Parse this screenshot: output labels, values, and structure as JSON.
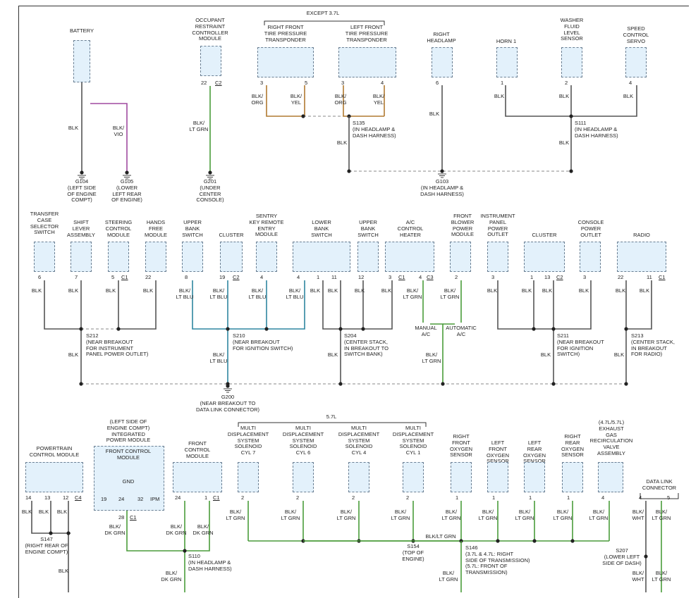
{
  "wire_colors": {
    "black": "#555555",
    "violet": "#a04aa0",
    "green": "#4a9c3a",
    "blue": "#2f86a0",
    "orange": "#b07a30"
  },
  "sections": {
    "top": {
      "except_label": "EXCEPT 3.7L",
      "components": {
        "battery": "BATTERY",
        "orc": "OCCUPANT\nRESTRAINT\nCONTROLLER\nMODULE",
        "rf_tpt": "RIGHT FRONT\nTIRE PRESSURE\nTRANSPONDER",
        "lf_tpt": "LEFT FRONT\nTIRE PRESSURE\nTRANSPONDER",
        "right_headlamp": "RIGHT\nHEADLAMP",
        "horn": "HORN 1",
        "washer": "WASHER\nFLUID\nLEVEL\nSENSOR",
        "speed": "SPEED\nCONTROL\nSERVO"
      },
      "pins": {
        "orc_pin": "22",
        "orc_conn": "C2",
        "rf_a": "3",
        "rf_b": "5",
        "lf_a": "3",
        "lf_b": "4",
        "hl": "6",
        "horn": "1",
        "washer": "2",
        "speed": "4"
      },
      "wires": {
        "blk": "BLK",
        "blk_vio": "BLK/\nVIO",
        "blk_ltgrn": "BLK/\nLT GRN",
        "blk_org": "BLK/\nORG",
        "blk_yel": "BLK/\nYEL"
      },
      "splices": {
        "s135": "S135\n(IN HEADLAMP &\nDASH HARNESS)",
        "s111": "S111\n(IN HEADLAMP &\nDASH HARNESS)"
      },
      "grounds": {
        "g104": "G104\n(LEFT SIDE\nOF ENGINE\nCOMPT)",
        "g105": "G105\n(LOWER\nLEFT REAR\nOF ENGINE)",
        "g201": "G201\n(UNDER\nCENTER\nCONSOLE)",
        "g103": "G103\n(IN HEADLAMP &\nDASH HARNESS)"
      }
    },
    "middle": {
      "components": {
        "transfer": "TRANSFER\nCASE\nSELECTOR\nSWITCH",
        "shift": "SHIFT\nLEVER\nASSEMBLY",
        "steering": "STEERING\nCONTROL\nMODULE",
        "hands": "HANDS\nFREE\nMODULE",
        "upper_bank1": "UPPER\nBANK\nSWITCH",
        "cluster1": "CLUSTER",
        "sentry": "SENTRY\nKEY REMOTE\nENTRY\nMODULE",
        "lower_bank": "LOWER\nBANK\nSWITCH",
        "upper_bank2": "UPPER\nBANK\nSWITCH",
        "ac": "A/C\nCONTROL\nHEATER",
        "blower": "FRONT\nBLOWER\nPOWER\nMODULE",
        "ip_outlet": "INSTRUMENT\nPANEL\nPOWER\nOUTLET",
        "cluster2": "CLUSTER",
        "console": "CONSOLE\nPOWER\nOUTLET",
        "radio": "RADIO"
      },
      "pins": {
        "transfer": "6",
        "shift": "7",
        "steering": "5",
        "steering_conn": "C1",
        "hands": "22",
        "ub1": "8",
        "cl1": "19",
        "cl1_conn": "C2",
        "sentry": "4",
        "lb_a": "4",
        "lb_b": "1",
        "lb_c": "11",
        "ub2": "12",
        "ac_a": "3",
        "ac_a_conn": "C1",
        "ac_b": "4",
        "ac_b_conn": "C3",
        "blower": "2",
        "ipo": "3",
        "cl2_a": "1",
        "cl2_b": "13",
        "cl2_conn": "C2",
        "console": "3",
        "radio_a": "22",
        "radio_b": "11",
        "radio_conn": "C1"
      },
      "wires": {
        "blk": "BLK",
        "blk_ltblu": "BLK/\nLT BLU",
        "blk_ltgrn": "BLK/\nLT GRN"
      },
      "modes": {
        "manual": "MANUAL\nA/C",
        "automatic": "AUTOMATIC\nA/C"
      },
      "splices": {
        "s212": "S212\n(NEAR BREAKOUT\nFOR INSTRUMENT\nPANEL POWER OUTLET)",
        "s210": "S210\n(NEAR BREAKOUT\nFOR IGNITION SWITCH)",
        "s204": "S204\n(CENTER STACK,\nIN BREAKOUT TO\nSWITCH BANK)",
        "s211": "S211\n(NEAR BREAKOUT\nFOR IGNITION\nSWITCH)",
        "s213": "S213\n(CENTER STACK,\nIN BREAKOUT\nFOR RADIO)"
      },
      "grounds": {
        "g200": "G200\n(NEAR BREAKOUT TO\nDATA LINK CONNECTOR)"
      }
    },
    "bottom": {
      "engine_label": "5.7L",
      "components": {
        "pcm": "POWERTRAIN\nCONTROL MODULE",
        "ipm": "(LEFT SIDE OF\nENGINE COMPT)\nINTEGRATED\nPOWER MODULE",
        "fcm_inner": "FRONT CONTROL\nMODULE",
        "gnd": "GND",
        "fcm": "FRONT\nCONTROL\nMODULE",
        "cyl7": "MULTI\nDISPLACEMENT\nSYSTEM\nSOLENOID\nCYL 7",
        "cyl6": "MULTI\nDISPLACEMENT\nSYSTEM\nSOLENOID\nCYL 6",
        "cyl4": "MULTI\nDISPLACEMENT\nSYSTEM\nSOLENOID\nCYL 4",
        "cyl1": "MULTI\nDISPLACEMENT\nSYSTEM\nSOLENOID\nCYL 1",
        "rfo2": "RIGHT\nFRONT\nOXYGEN\nSENSOR",
        "lfo2": "LEFT\nFRONT\nOXYGEN\nSENSOR",
        "lro2": "LEFT\nREAR\nOXYGEN\nSENSOR",
        "rro2": "RIGHT\nREAR\nOXYGEN\nSENSOR",
        "egr": "(4.7L/5.7L)\nEXHAUST\nGAS\nRECIRCULATION\nVALVE\nASSEMBLY",
        "dlc": "DATA LINK\nCONNECTOR"
      },
      "pins": {
        "pcm_a": "14",
        "pcm_b": "13",
        "pcm_c": "12",
        "pcm_conn": "C4",
        "ipm_a": "19",
        "ipm_b": "24",
        "ipm_c": "32",
        "ipm_conn": "IPM",
        "ipm_out": "28",
        "ipm_out_conn": "C1",
        "fcm_a": "24",
        "fcm_b": "1",
        "fcm_conn": "C1",
        "cyl": "2",
        "o2": "1",
        "egr": "4",
        "dlc_a": "4",
        "dlc_b": "5"
      },
      "wires": {
        "blk": "BLK",
        "blk_ltgrn": "BLK/\nLT GRN",
        "blk_dkgrn": "BLK/\nDK GRN",
        "blk_wht": "BLK/\nWHT",
        "bus": "BLK/LT GRN"
      },
      "splices": {
        "s147": "S147\n(RIGHT REAR OF\nENGINE COMPT)",
        "s110": "S110\n(IN HEADLAMP &\nDASH HARNESS)",
        "s154": "S154\n(TOP OF\nENGINE)",
        "s146": "S146\n(3.7L & 4.7L: RIGHT\nSIDE OF TRANSMISSION)\n(5.7L: FRONT OF\nTRANSMISSION)",
        "s207": "S207\n(LOWER LEFT\nSIDE OF DASH)"
      }
    }
  }
}
